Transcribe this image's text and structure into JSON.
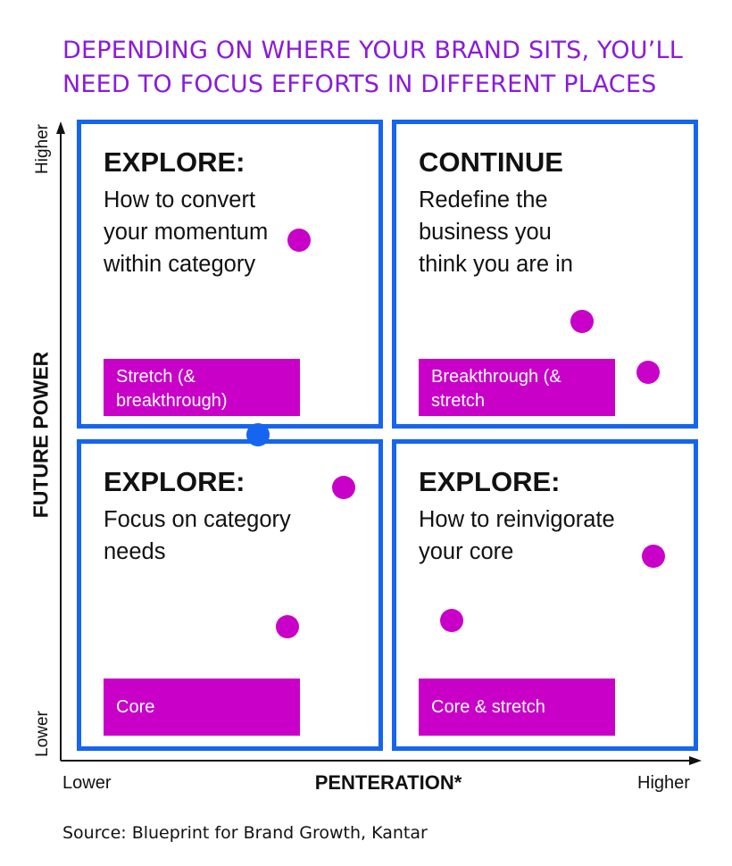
{
  "headline": {
    "line1": "DEPENDING ON WHERE YOUR BRAND SITS, YOU’LL",
    "line2": "NEED TO FOCUS EFFORTS IN DIFFERENT PLACES",
    "color": "#8a1bd8"
  },
  "axes": {
    "y_title": "FUTURE POWER",
    "y_high": "Higher",
    "y_low": "Lower",
    "x_title": "PENTERATION*",
    "x_low": "Lower",
    "x_high": "Higher"
  },
  "quadrants": {
    "top_left": {
      "title": "EXPLORE:",
      "body": [
        "How to convert",
        "your momentum",
        "within category"
      ],
      "tag": [
        "Stretch (&",
        "breakthrough)"
      ]
    },
    "top_right": {
      "title": "CONTINUE",
      "body": [
        "Redefine the",
        "business you",
        "think you are in"
      ],
      "tag": [
        "Breakthrough (&",
        "stretch"
      ]
    },
    "bottom_left": {
      "title": "EXPLORE:",
      "body": [
        "Focus on category",
        "needs"
      ],
      "tag": [
        "Core"
      ]
    },
    "bottom_right": {
      "title": "EXPLORE:",
      "body": [
        "How to reinvigorate",
        "your core"
      ],
      "tag": [
        "Core & stretch"
      ]
    }
  },
  "source": "Source: Blueprint for Brand Growth, Kantar",
  "colors": {
    "quadrant_border": "#1565f0",
    "tag_fill": "#c800c8",
    "dot_fill": "#c800c8",
    "highlight_dot": "#1565f0"
  }
}
